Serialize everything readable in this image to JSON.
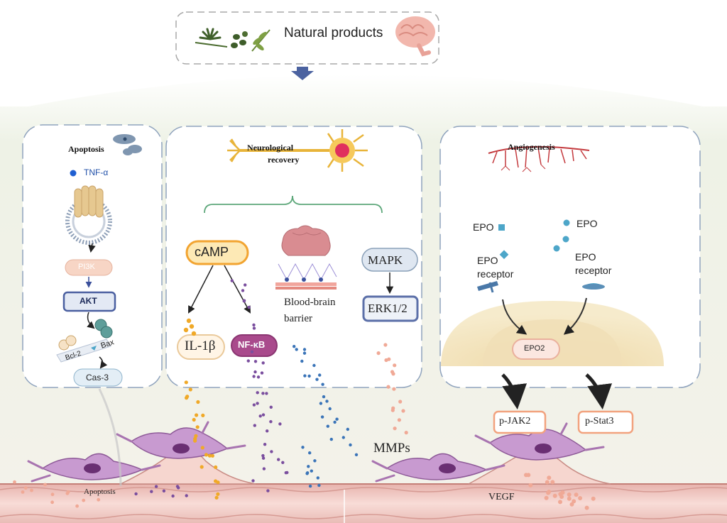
{
  "header": {
    "title": "Natural products"
  },
  "apoptosis_panel": {
    "title": "Apoptosis",
    "tnf": "TNF-α",
    "pi3k": "PI3K",
    "akt": "AKT",
    "bcl2": "Bcl-2",
    "bax": "Bax",
    "cas3": "Cas-3"
  },
  "neuro_panel": {
    "title_line1": "Neurological",
    "title_line2": "recovery",
    "camp": "cAMP",
    "il1b": "IL-1β",
    "nfkb": "NF-κB",
    "bbb_line1": "Blood-brain",
    "bbb_line2": "barrier",
    "mapk": "MAPK",
    "erk": "ERK1/2"
  },
  "angio_panel": {
    "title": "Angiogenesis",
    "epo_left": "EPO",
    "epo_right": "EPO",
    "receptor_left_1": "EPO",
    "receptor_left_2": "receptor",
    "receptor_right_1": "EPO",
    "receptor_right_2": "receptor",
    "epo2": "EPO2",
    "pjak2": "p-JAK2",
    "pstat3": "p-Stat3"
  },
  "vessel": {
    "mmps": "MMPs",
    "apoptosis": "Apoptosis",
    "vegf": "VEGF"
  },
  "colors": {
    "panel_border": "#8fa3bd",
    "camp_fill": "#fde9b5",
    "camp_stroke": "#f2a431",
    "nfkb_fill": "#a94a8c",
    "mapk_fill": "#dfe7f1",
    "erk_stroke": "#5b6fa8",
    "vessel": "#f3cfc9",
    "cell": "#c98fc8",
    "epo_blue": "#4da6c9",
    "dot_orange": "#f0a928",
    "dot_purple": "#7a4e9e",
    "dot_blue": "#3a74b8",
    "dot_salmon": "#f0a996"
  }
}
